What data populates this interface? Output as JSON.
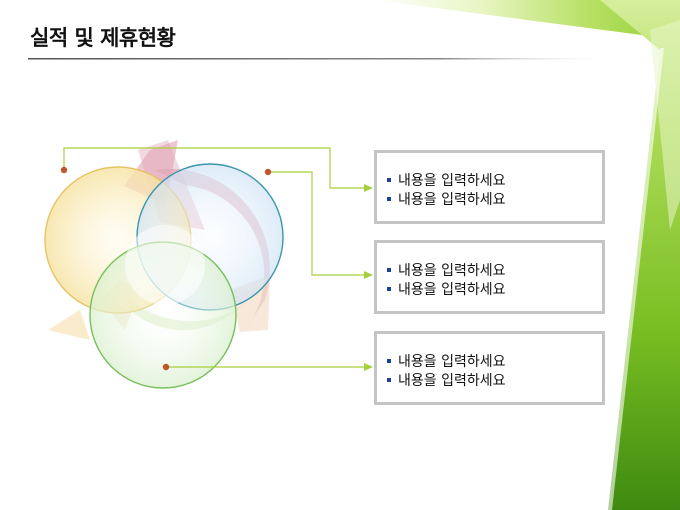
{
  "title": "실적 및 제휴현황",
  "colors": {
    "accent_green": "#7cc21e",
    "connector": "#a7cf3d",
    "dot": "#c0562a",
    "bullet": "#1f3f9f",
    "box_border": "#c4c4c4"
  },
  "diagram": {
    "circles": [
      "yellow-circle",
      "blue-circle",
      "green-circle"
    ],
    "arrows": "circular-refresh-arrows"
  },
  "boxes": [
    {
      "lines": [
        "내용을 입력하세요",
        "내용을 입력하세요"
      ]
    },
    {
      "lines": [
        "내용을 입력하세요",
        "내용을 입력하세요"
      ]
    },
    {
      "lines": [
        "내용을 입력하세요",
        "내용을 입력하세요"
      ]
    }
  ]
}
